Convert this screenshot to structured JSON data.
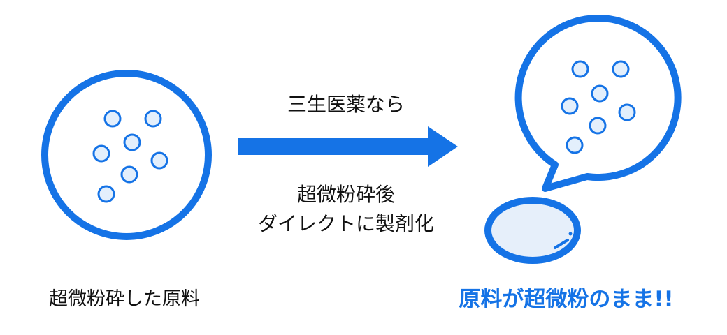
{
  "colors": {
    "primary": "#1573e6",
    "particle_fill": "#e3effc",
    "capsule_fill": "#e6effa",
    "text": "#111111"
  },
  "arrow": {
    "label_top": "三生医薬なら",
    "label_bottom_line1": "超微粉砕後",
    "label_bottom_line2": "ダイレクトに製剤化"
  },
  "left_item": {
    "caption": "超微粉砕した原料"
  },
  "right_item": {
    "caption": "原料が超微粉のまま!!"
  },
  "icons": [
    "circle-container-icon",
    "particle-icon",
    "arrow-icon",
    "speech-bubble-icon",
    "capsule-icon"
  ]
}
